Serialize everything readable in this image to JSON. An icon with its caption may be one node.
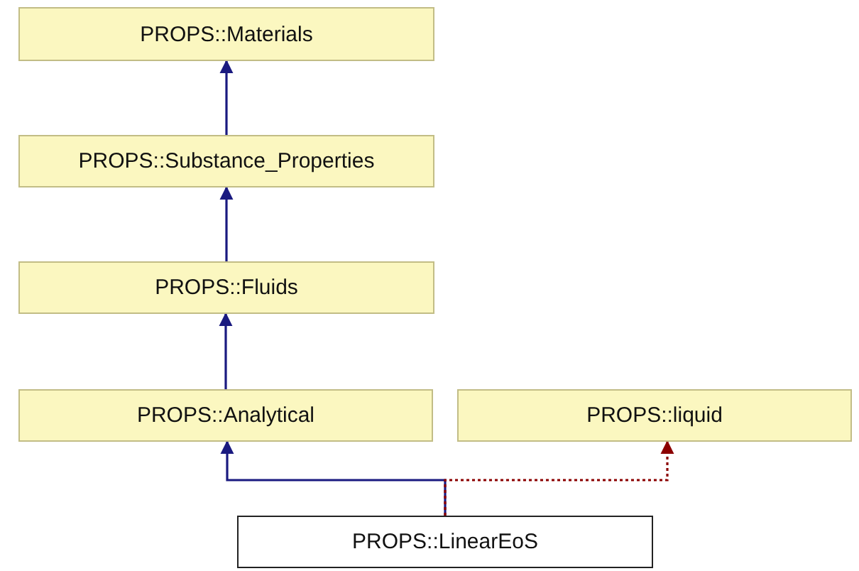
{
  "diagram": {
    "nodes": [
      {
        "text": [
          "PROPS::Materials"
        ]
      },
      {
        "text": [
          "PROPS::Substance_Properties"
        ]
      },
      {
        "text": [
          "PROPS::Fluids"
        ]
      },
      {
        "text": [
          "PROPS::Analytical"
        ]
      },
      {
        "text": [
          "PROPS::liquid"
        ]
      },
      {
        "text": [
          "PROPS::LinearEoS"
        ]
      }
    ],
    "edges": [
      {
        "from": 1,
        "to": 0,
        "arrow": "to"
      },
      {
        "from": 2,
        "to": 1,
        "arrow": "to"
      },
      {
        "from": 3,
        "to": 2,
        "arrow": "to"
      },
      {
        "from": 5,
        "to": 3,
        "arrow": "to"
      },
      {
        "from": 5,
        "to": 4,
        "arrow": "to",
        "style": "dashed",
        "color": "#8b0000"
      }
    ]
  }
}
